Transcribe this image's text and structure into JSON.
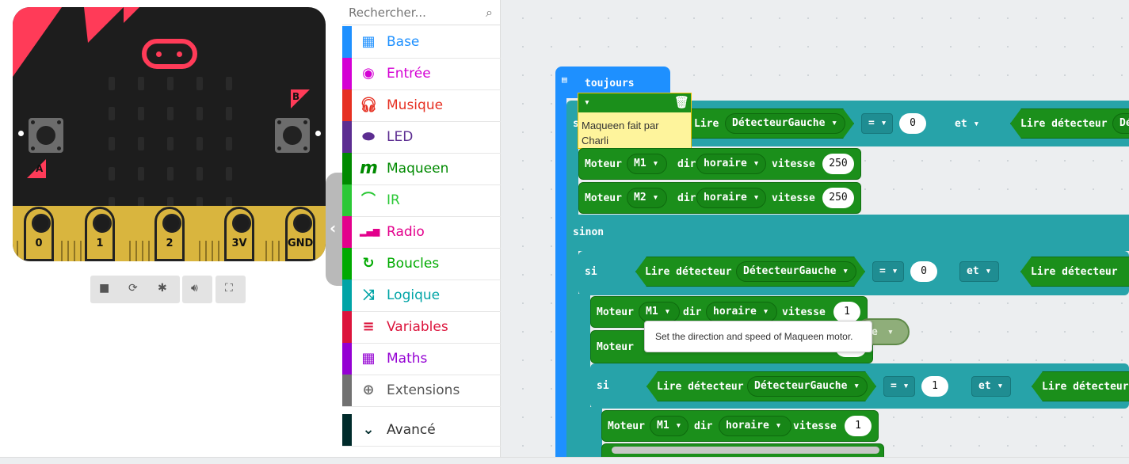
{
  "simulator": {
    "pins": [
      "0",
      "1",
      "2",
      "3V",
      "GND"
    ],
    "button_a_label": "A",
    "button_b_label": "B",
    "controls": [
      "stop-icon",
      "restart-icon",
      "debug-icon",
      "sound-icon",
      "fullscreen-icon"
    ]
  },
  "toolbox": {
    "search_placeholder": "Rechercher...",
    "categories": [
      {
        "label": "Base",
        "color": "#1e90ff",
        "icon": "grid-icon"
      },
      {
        "label": "Entrée",
        "color": "#d400d4",
        "icon": "target-icon"
      },
      {
        "label": "Musique",
        "color": "#e63022",
        "icon": "headphones-icon"
      },
      {
        "label": "LED",
        "color": "#5c2d91",
        "icon": "toggle-icon"
      },
      {
        "label": "Maqueen",
        "color": "#008a00",
        "icon": "maqueen-m-icon"
      },
      {
        "label": "IR",
        "color": "#2bc836",
        "icon": "wifi-icon"
      },
      {
        "label": "Radio",
        "color": "#e3008c",
        "icon": "signal-bars-icon"
      },
      {
        "label": "Boucles",
        "color": "#00aa00",
        "icon": "refresh-icon"
      },
      {
        "label": "Logique",
        "color": "#00a4a6",
        "icon": "shuffle-icon"
      },
      {
        "label": "Variables",
        "color": "#dc143c",
        "icon": "list-icon"
      },
      {
        "label": "Maths",
        "color": "#9400d3",
        "icon": "calculator-icon"
      },
      {
        "label": "Extensions",
        "color": "#717171",
        "icon": "plus-circle-icon"
      },
      {
        "label": "Avancé",
        "color": "#002b2b",
        "icon": "chevron-down-icon"
      }
    ]
  },
  "workspace": {
    "event_label": "toujours",
    "comment_text": "Maqueen fait par Charli",
    "tooltip": "Set the direction and speed of Maqueen motor.",
    "kw": {
      "si": "si",
      "sinon": "sinon",
      "et": "et",
      "eq": "=",
      "moteur": "Moteur",
      "dir": "dir",
      "vitesse": "vitesse",
      "lire": "Lire détecteur",
      "det_gauche": "DétecteurGauche",
      "det_trunc": "Dé",
      "horaire": "horaire",
      "m1": "M1",
      "m2": "M2"
    },
    "values": {
      "zero": "0",
      "one": "1",
      "v250": "250",
      "trail_e": "e"
    }
  }
}
